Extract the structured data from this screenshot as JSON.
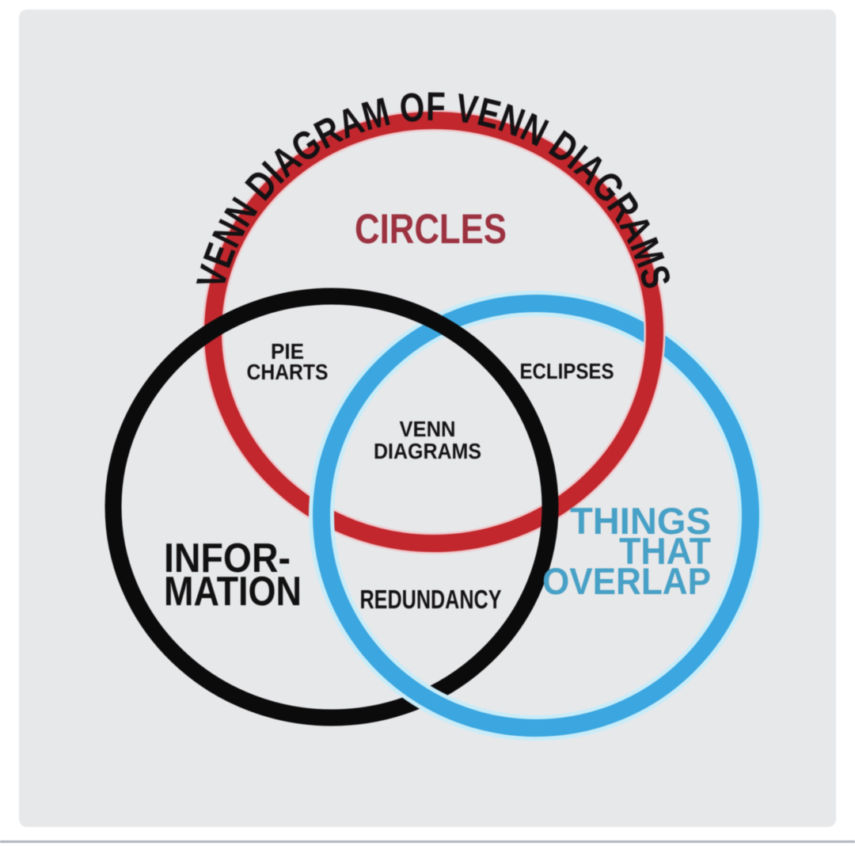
{
  "image_type": "venn-diagram-meme",
  "title": "VENN DIAGRAM OF VENN DIAGRAMS",
  "sets": [
    {
      "name": "circles",
      "label": "CIRCLES"
    },
    {
      "name": "information",
      "label_line1": "INFOR-",
      "label_line2": "MATION"
    },
    {
      "name": "things-that-overlap",
      "label_line1": "THINGS",
      "label_line2": "THAT",
      "label_line3": "OVERLAP"
    }
  ],
  "overlaps": {
    "circles_information": {
      "line1": "PIE",
      "line2": "CHARTS"
    },
    "circles_things": "ECLIPSES",
    "information_things": "REDUNDANCY",
    "all_three": {
      "line1": "VENN",
      "line2": "DIAGRAMS"
    }
  },
  "colors": {
    "page_bg": "#ffffff",
    "panel_bg": "#e7e8ea",
    "bottom_rule": "#aeb4bd",
    "title_text": "#141214",
    "overlap_labels": "#141214",
    "circles_ring": "#c1272d",
    "circles_ring_halo": "#efc9cc",
    "circles_label": "#9c3240",
    "information_ring": "#0c0b0c",
    "information_label": "#121112",
    "things_ring": "#3ba6df",
    "things_ring_halo": "#c8ecf8",
    "things_label": "#47a0c6"
  }
}
